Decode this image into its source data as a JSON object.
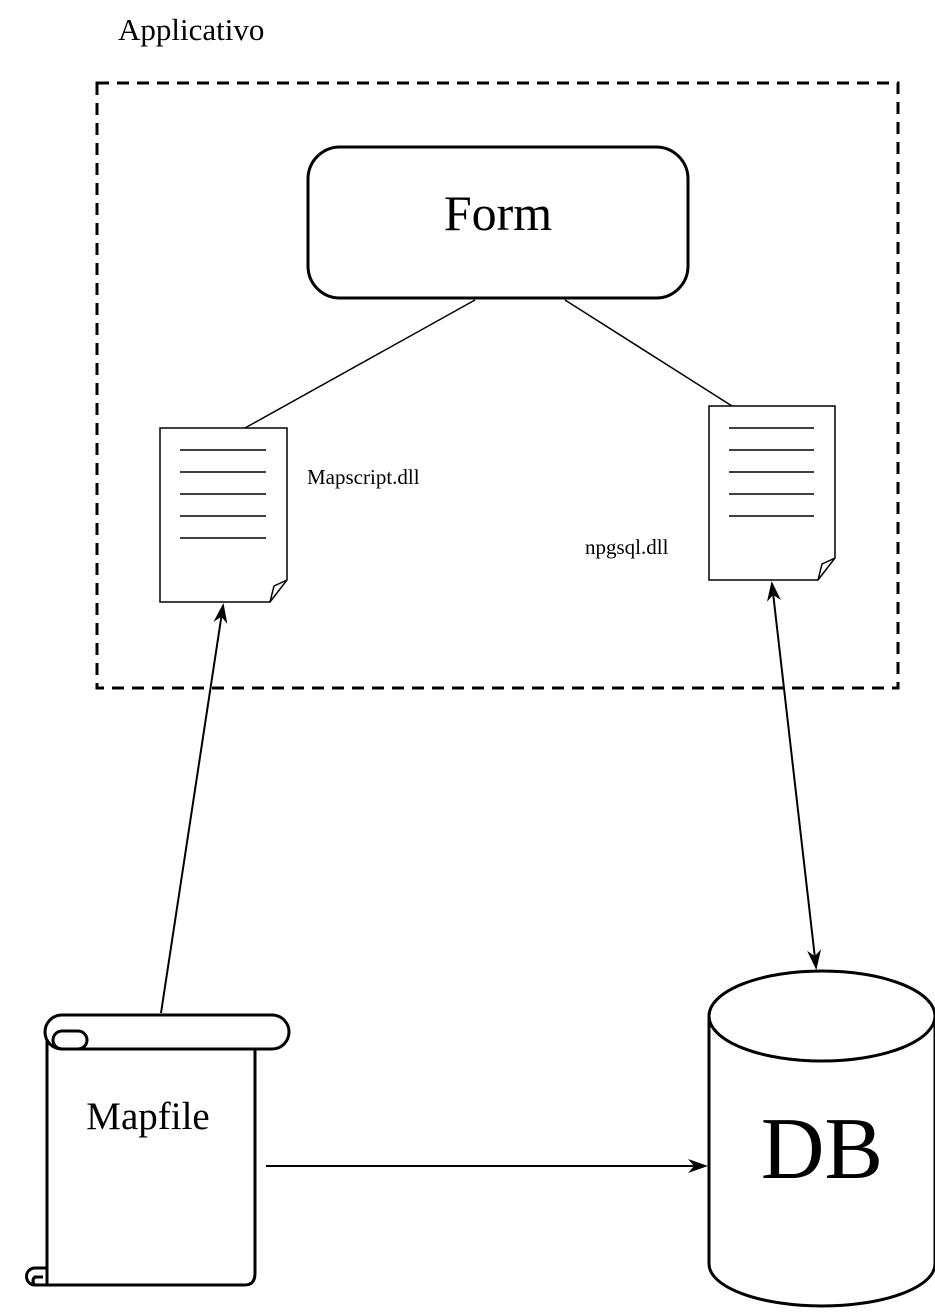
{
  "diagram": {
    "group_label": "Applicativo",
    "form_label": "Form",
    "mapscript_label": "Mapscript.dll",
    "npgsql_label": "npgsql.dll",
    "mapfile_label": "Mapfile",
    "db_label": "DB"
  }
}
